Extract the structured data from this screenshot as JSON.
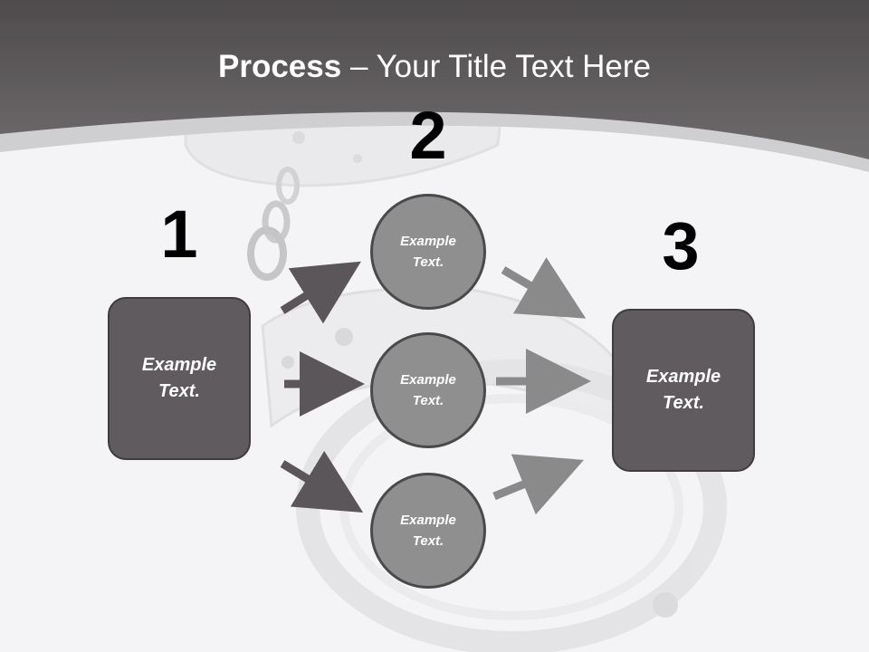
{
  "title": {
    "bold": "Process",
    "rest": " – Your Title Text Here"
  },
  "numbers": [
    "1",
    "2",
    "3"
  ],
  "left_box": {
    "text": "Example\nText."
  },
  "right_box": {
    "text": "Example\nText."
  },
  "circles": [
    {
      "text": "Example\nText."
    },
    {
      "text": "Example\nText."
    },
    {
      "text": "Example\nText."
    }
  ],
  "colors": {
    "header": "#5b585a",
    "box_fill": "#5f5b5e",
    "circle_fill": "#8f8f8f",
    "arrow_dark": "#5a5659",
    "arrow_light": "#8a8a8a"
  }
}
